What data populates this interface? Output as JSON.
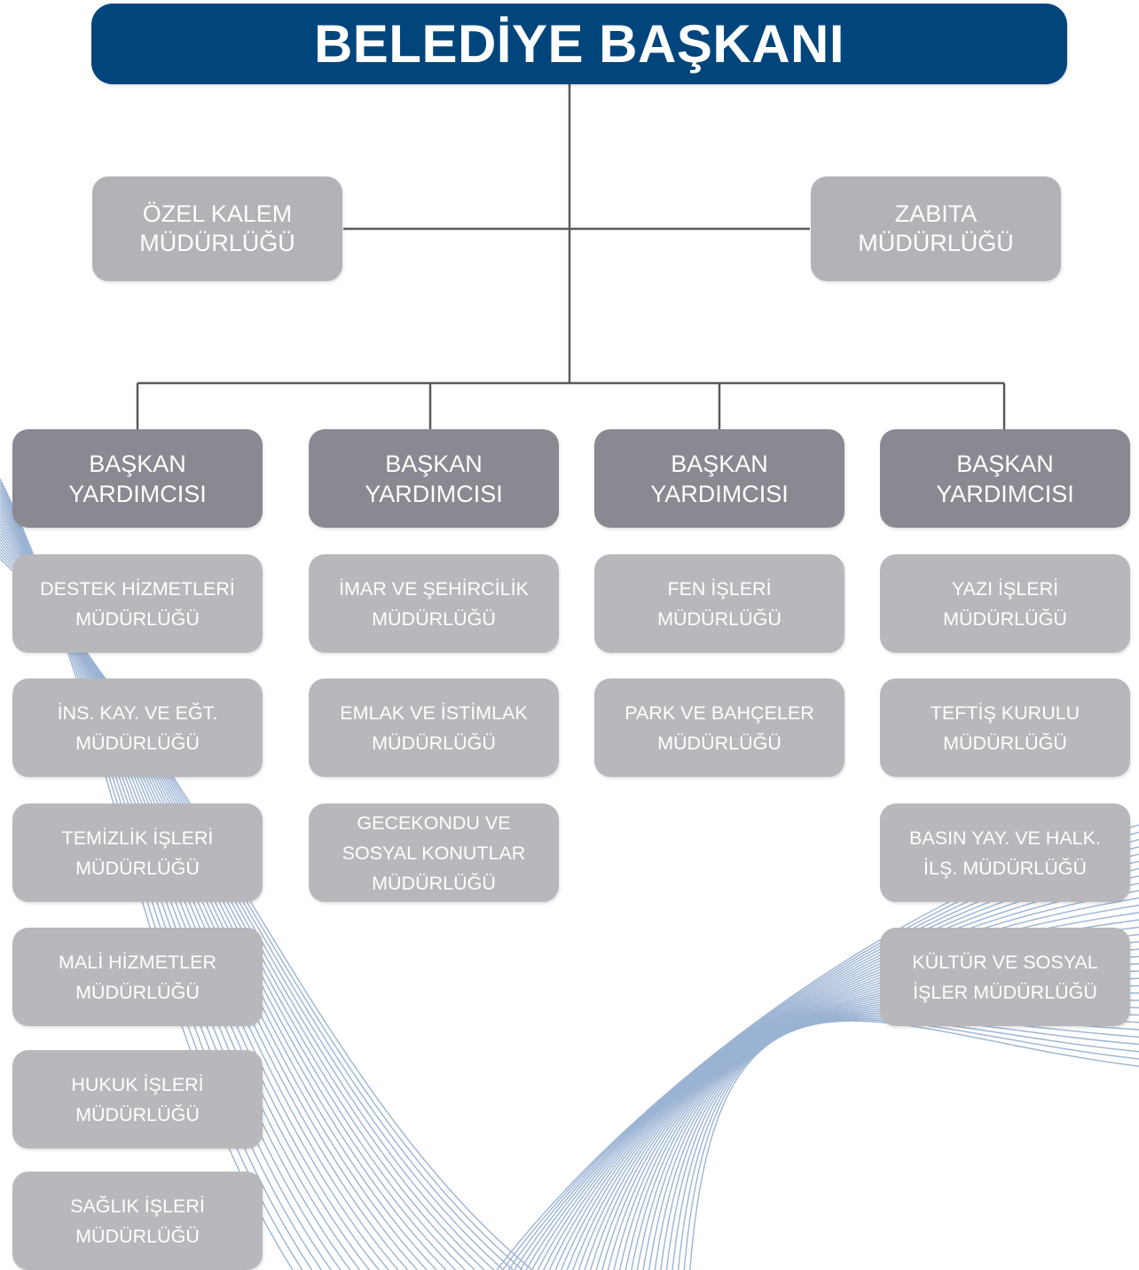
{
  "top": {
    "title": "BELEDİYE BAŞKANI"
  },
  "staff": {
    "left": [
      "ÖZEL KALEM",
      "MÜDÜRLÜĞÜ"
    ],
    "right": [
      "ZABITA",
      "MÜDÜRLÜĞÜ"
    ]
  },
  "columns": [
    {
      "vp": [
        "BAŞKAN",
        "YARDIMCISI"
      ],
      "depts": [
        [
          "DESTEK HİZMETLERİ",
          "MÜDÜRLÜĞÜ"
        ],
        [
          "İNS. KAY. VE EĞT.",
          "MÜDÜRLÜĞÜ"
        ],
        [
          "TEMİZLİK İŞLERİ",
          "MÜDÜRLÜĞÜ"
        ],
        [
          "MALİ HİZMETLER",
          "MÜDÜRLÜĞÜ"
        ],
        [
          "HUKUK İŞLERİ",
          "MÜDÜRLÜĞÜ"
        ],
        [
          "SAĞLIK İŞLERİ",
          "MÜDÜRLÜĞÜ"
        ]
      ]
    },
    {
      "vp": [
        "BAŞKAN",
        "YARDIMCISI"
      ],
      "depts": [
        [
          "İMAR VE ŞEHİRCİLİK",
          "MÜDÜRLÜĞÜ"
        ],
        [
          "EMLAK VE İSTİMLAK",
          "MÜDÜRLÜĞÜ"
        ],
        [
          "GECEKONDU VE",
          "SOSYAL KONUTLAR",
          "MÜDÜRLÜĞÜ"
        ]
      ]
    },
    {
      "vp": [
        "BAŞKAN",
        "YARDIMCISI"
      ],
      "depts": [
        [
          "FEN İŞLERİ",
          "MÜDÜRLÜĞÜ"
        ],
        [
          "PARK VE BAHÇELER",
          "MÜDÜRLÜĞÜ"
        ]
      ]
    },
    {
      "vp": [
        "BAŞKAN",
        "YARDIMCISI"
      ],
      "depts": [
        [
          "YAZI  İŞLERİ",
          "MÜDÜRLÜĞÜ"
        ],
        [
          "TEFTİŞ KURULU",
          "MÜDÜRLÜĞÜ"
        ],
        [
          "BASIN YAY. VE HALK.",
          "İLŞ. MÜDÜRLÜĞÜ"
        ],
        [
          "KÜLTÜR VE SOSYAL",
          "İŞLER  MÜDÜRLÜĞÜ"
        ]
      ]
    }
  ],
  "colors": {
    "top": "#00457c",
    "vp": "#8a8890",
    "dept": "#b8b7bb",
    "staff": "#b3b2b6",
    "connector": "#5a585c",
    "wave": "#8aa6cc"
  }
}
